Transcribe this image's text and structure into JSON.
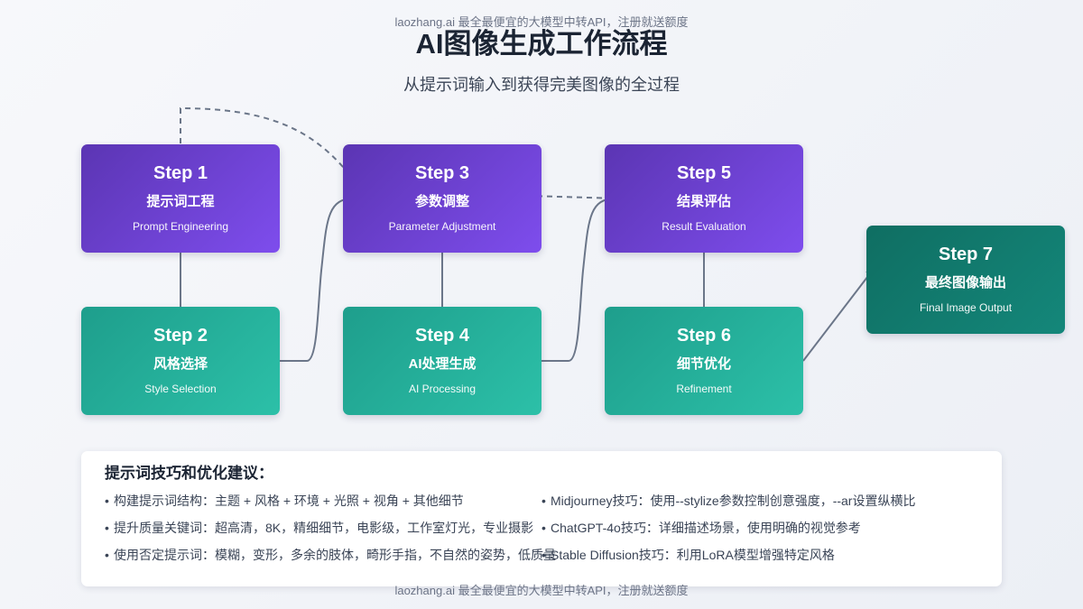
{
  "watermark": "laozhang.ai 最全最便宜的大模型中转API，注册就送额度",
  "title": "AI图像生成工作流程",
  "subtitle": "从提示词输入到获得完美图像的全过程",
  "steps": [
    {
      "num": "Step 1",
      "zh": "提示词工程",
      "en": "Prompt Engineering"
    },
    {
      "num": "Step 2",
      "zh": "风格选择",
      "en": "Style Selection"
    },
    {
      "num": "Step 3",
      "zh": "参数调整",
      "en": "Parameter Adjustment"
    },
    {
      "num": "Step 4",
      "zh": "AI处理生成",
      "en": "AI Processing"
    },
    {
      "num": "Step 5",
      "zh": "结果评估",
      "en": "Result Evaluation"
    },
    {
      "num": "Step 6",
      "zh": "细节优化",
      "en": "Refinement"
    },
    {
      "num": "Step 7",
      "zh": "最终图像输出",
      "en": "Final Image Output"
    }
  ],
  "tips": {
    "heading": "提示词技巧和优化建议：",
    "left": [
      "构建提示词结构：主题 + 风格 + 环境 + 光照 + 视角 + 其他细节",
      "提升质量关键词：超高清，8K，精细细节，电影级，工作室灯光，专业摄影",
      "使用否定提示词：模糊，变形，多余的肢体，畸形手指，不自然的姿势，低质量"
    ],
    "right": [
      "Midjourney技巧：使用--stylize参数控制创意强度，--ar设置纵横比",
      "ChatGPT-4o技巧：详细描述场景，使用明确的视觉参考",
      "Stable Diffusion技巧：利用LoRA模型增强特定风格"
    ],
    "bullet": "•"
  },
  "colors": {
    "purple": "#6a3fd4",
    "teal": "#25b09c",
    "dark_teal": "#127a6e",
    "arrow": "#6b7689"
  }
}
